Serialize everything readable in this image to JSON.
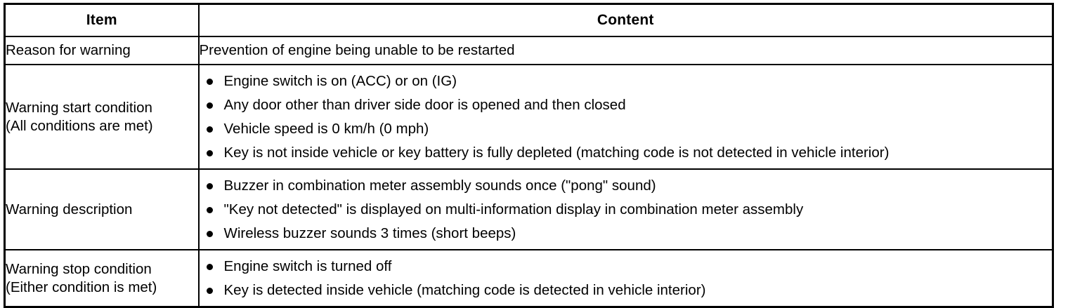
{
  "table": {
    "headers": {
      "item": "Item",
      "content": "Content"
    },
    "rows": [
      {
        "item": "Reason for warning",
        "item_line2": "",
        "content_type": "text",
        "content_text": "Prevention of engine being unable to be restarted",
        "bullets": []
      },
      {
        "item": "Warning start condition",
        "item_line2": "(All conditions are met)",
        "content_type": "bullets",
        "content_text": "",
        "bullets": [
          "Engine switch is on (ACC) or on (IG)",
          "Any door other than driver side door is opened and then closed",
          "Vehicle speed is 0 km/h (0 mph)",
          "Key is not inside vehicle or key battery is fully depleted (matching code is not detected in vehicle interior)"
        ]
      },
      {
        "item": "Warning description",
        "item_line2": "",
        "content_type": "bullets",
        "content_text": "",
        "bullets": [
          "Buzzer in combination meter assembly sounds once (\"pong\" sound)",
          "\"Key not detected\" is displayed on multi-information display in combination meter assembly",
          "Wireless buzzer sounds 3 times (short beeps)"
        ]
      },
      {
        "item": "Warning stop condition",
        "item_line2": "(Either condition is met)",
        "content_type": "bullets",
        "content_text": "",
        "bullets": [
          "Engine switch is turned off",
          "Key is detected inside vehicle (matching code is detected in vehicle interior)"
        ]
      }
    ]
  },
  "style": {
    "border_color": "#000000",
    "background_color": "#ffffff",
    "text_color": "#000000"
  }
}
